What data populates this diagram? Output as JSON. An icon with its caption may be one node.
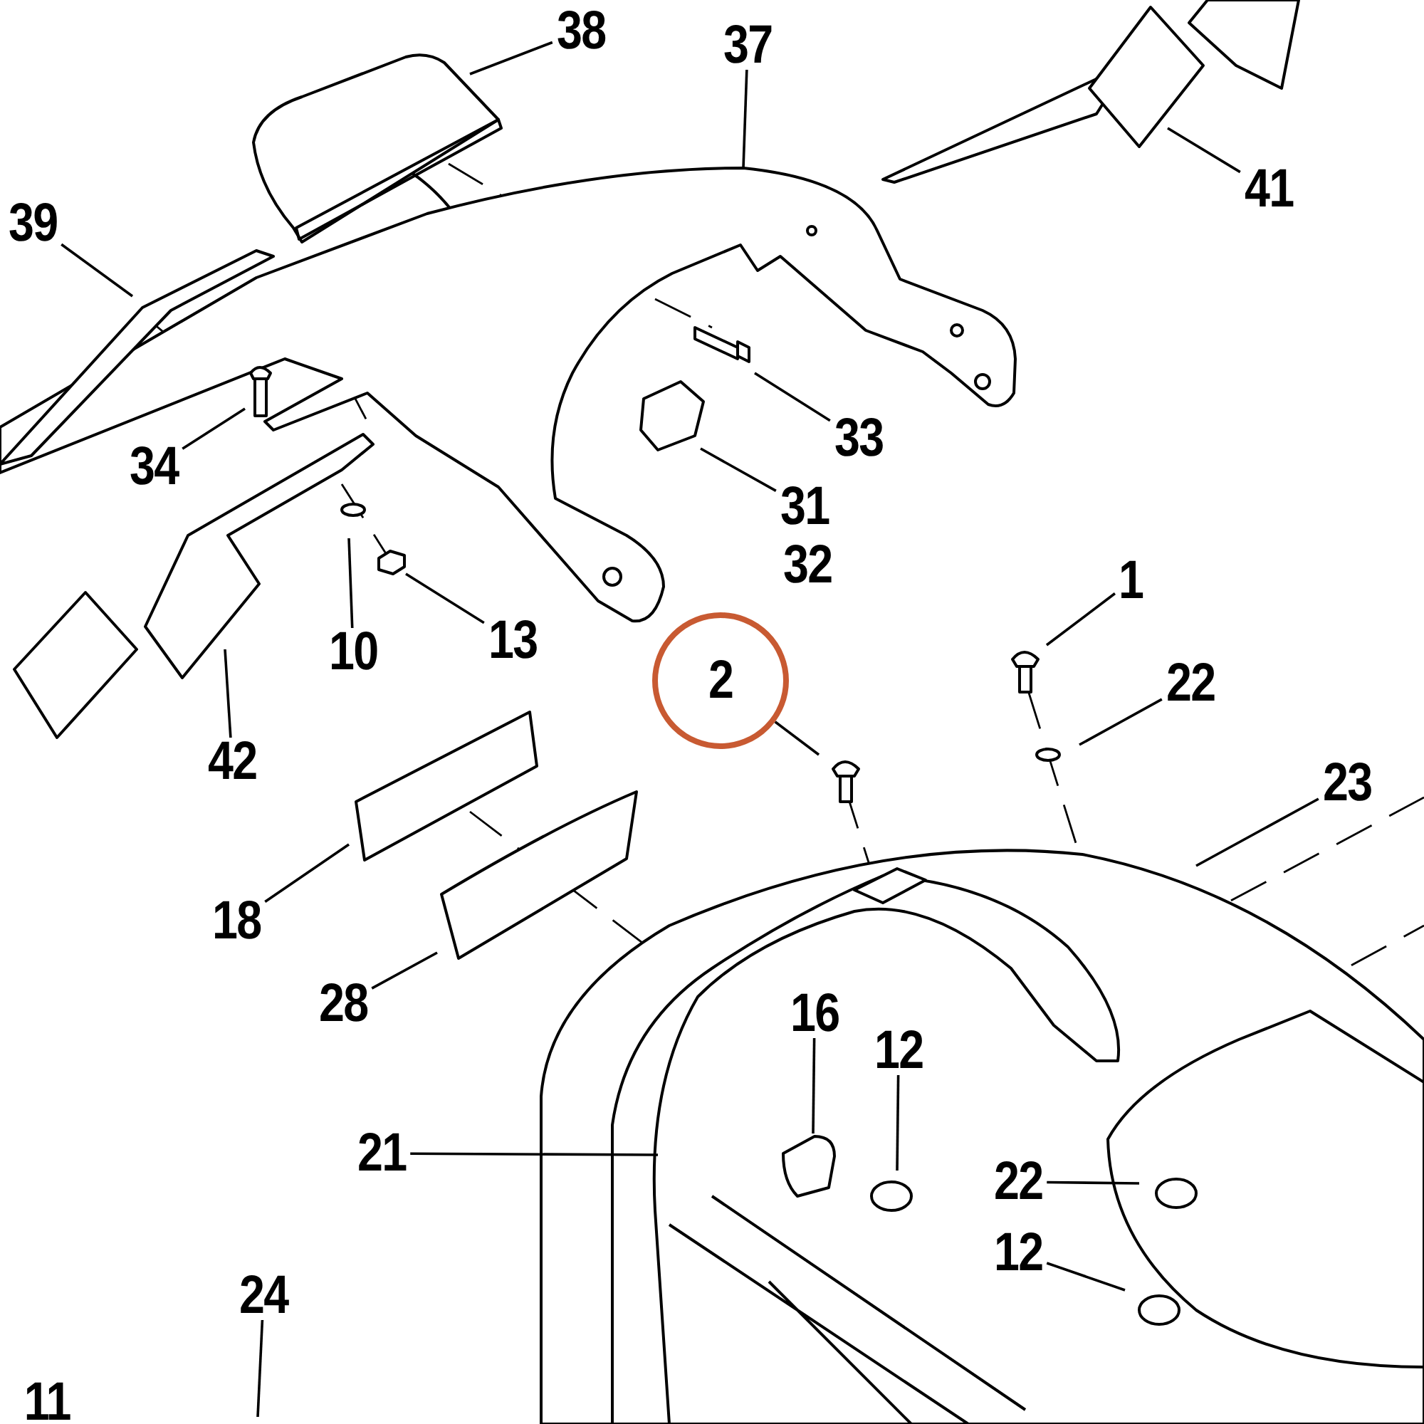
{
  "diagram": {
    "nodes": [
      {
        "text": [
          "38"
        ]
      },
      {
        "text": [
          "37"
        ]
      },
      {
        "text": [
          "39"
        ]
      },
      {
        "text": [
          "41"
        ]
      },
      {
        "text": [
          "34"
        ]
      },
      {
        "text": [
          "33"
        ]
      },
      {
        "text": [
          "31"
        ]
      },
      {
        "text": [
          "10"
        ]
      },
      {
        "text": [
          "13"
        ]
      },
      {
        "text": [
          "42"
        ]
      },
      {
        "text": [
          "2"
        ]
      },
      {
        "text": [
          "1"
        ]
      },
      {
        "text": [
          "22"
        ]
      },
      {
        "text": [
          "23"
        ]
      },
      {
        "text": [
          "18"
        ]
      },
      {
        "text": [
          "28"
        ]
      },
      {
        "text": [
          "16"
        ]
      },
      {
        "text": [
          "12"
        ]
      },
      {
        "text": [
          "21"
        ]
      },
      {
        "text": [
          "22"
        ]
      },
      {
        "text": [
          "12"
        ]
      },
      {
        "text": [
          "24"
        ]
      }
    ],
    "edges": [
      {
        "from": 0,
        "to": null,
        "arrow": "none"
      },
      {
        "from": 1,
        "to": null,
        "arrow": "none"
      },
      {
        "from": 2,
        "to": null,
        "arrow": "none"
      },
      {
        "from": 3,
        "to": null,
        "arrow": "none"
      },
      {
        "from": 4,
        "to": null,
        "arrow": "none"
      },
      {
        "from": 5,
        "to": null,
        "arrow": "none"
      },
      {
        "from": 6,
        "to": null,
        "arrow": "none"
      },
      {
        "from": 7,
        "to": null,
        "arrow": "none"
      },
      {
        "from": 8,
        "to": null,
        "arrow": "none"
      },
      {
        "from": 9,
        "to": null,
        "arrow": "none"
      },
      {
        "from": 10,
        "to": null,
        "arrow": "none"
      },
      {
        "from": 11,
        "to": null,
        "arrow": "none"
      },
      {
        "from": 12,
        "to": null,
        "arrow": "none"
      },
      {
        "from": 13,
        "to": null,
        "arrow": "none"
      },
      {
        "from": 14,
        "to": null,
        "arrow": "none"
      },
      {
        "from": 15,
        "to": null,
        "arrow": "none"
      },
      {
        "from": 16,
        "to": null,
        "arrow": "none"
      },
      {
        "from": 17,
        "to": null,
        "arrow": "none"
      },
      {
        "from": 18,
        "to": null,
        "arrow": "none"
      },
      {
        "from": 19,
        "to": null,
        "arrow": "none"
      },
      {
        "from": 20,
        "to": null,
        "arrow": "none"
      },
      {
        "from": 21,
        "to": null,
        "arrow": "none"
      }
    ],
    "labels": [
      "32",
      "11"
    ]
  }
}
